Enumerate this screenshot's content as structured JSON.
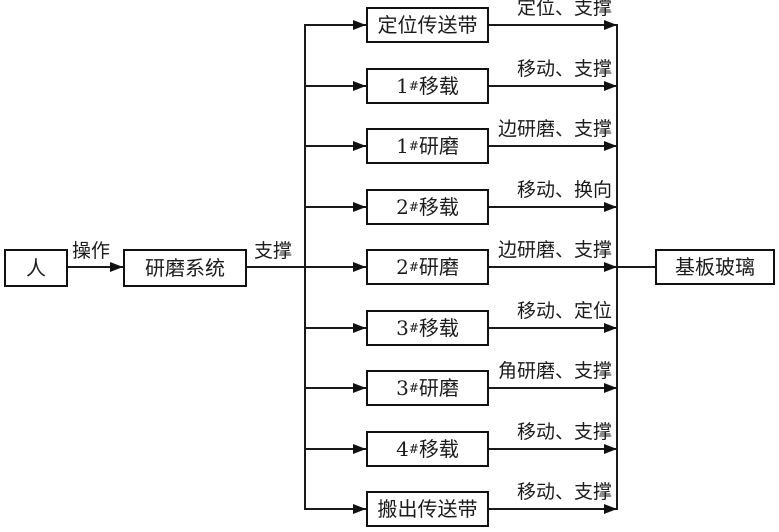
{
  "diagram": {
    "person_label": "人",
    "operate_label": "操作",
    "system_label": "研磨系统",
    "support_label": "支撑",
    "glass_label": "基板玻璃",
    "line_color": "#1a1a1a",
    "branches": [
      {
        "box": "定位传送带",
        "edge": "定位、支撑"
      },
      {
        "box": "1#移载",
        "edge": "移动、支撑"
      },
      {
        "box": "1#研磨",
        "edge": "边研磨、支撑"
      },
      {
        "box": "2#移载",
        "edge": "移动、换向"
      },
      {
        "box": "2#研磨",
        "edge": "边研磨、支撑"
      },
      {
        "box": "3#移载",
        "edge": "移动、定位"
      },
      {
        "box": "3#研磨",
        "edge": "角研磨、支撑"
      },
      {
        "box": "4#移载",
        "edge": "移动、支撑"
      },
      {
        "box": "搬出传送带",
        "edge": "移动、支撑"
      }
    ]
  }
}
